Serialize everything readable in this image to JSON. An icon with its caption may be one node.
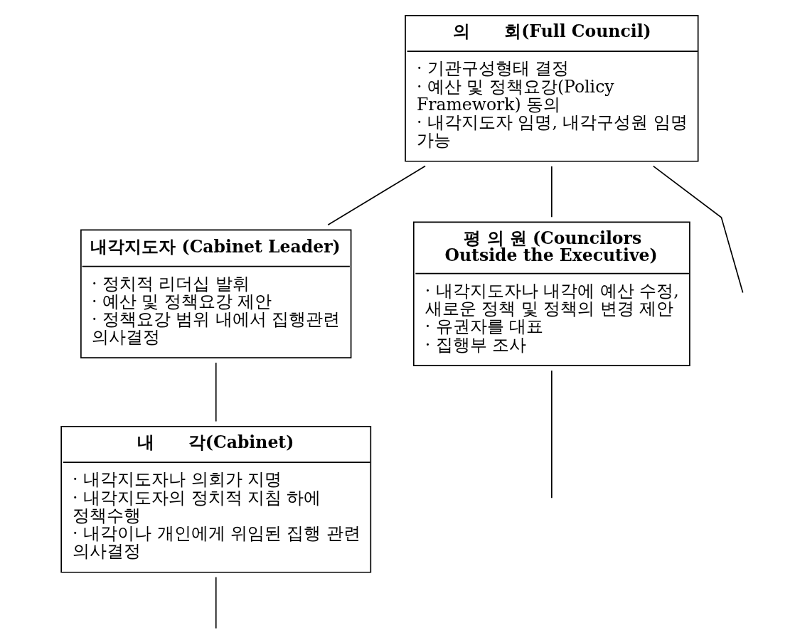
{
  "diagram": {
    "nodes": [
      {
        "text": [
          "의　　회(Full Council)",
          "· 기관구성형태 결정",
          "· 예산 및 정책요강(Policy Framework) 동의",
          "· 내각지도자 임명, 내각구성원 임명 가능"
        ]
      },
      {
        "text": [
          "내각지도자 (Cabinet Leader)",
          "· 정치적 리더십 발휘",
          "· 예산 및 정책요강 제안",
          "· 정책요강 범위 내에서 집행관련 의사결정"
        ]
      },
      {
        "text": [
          "평 의 원 (Councilors Outside the Executive)",
          "· 내각지도자나 내각에 예산 수정, 새로운 정책 및 정책의 변경 제안",
          "· 유권자를 대표",
          "· 집행부 조사"
        ]
      },
      {
        "text": [
          "내　　각(Cabinet)",
          "· 내각지도자나 의회가 지명",
          "· 내각지도자의 정치적 지침 하에 정책수행",
          "· 내각이나 개인에게 위임된 집행 관련 의사결정"
        ]
      }
    ],
    "edges": [
      {
        "from": 0,
        "to": 1,
        "arrow": "none"
      },
      {
        "from": 0,
        "to": 2,
        "arrow": "none"
      },
      {
        "from": 0,
        "to": null,
        "arrow": "none"
      },
      {
        "from": 1,
        "to": 3,
        "arrow": "none"
      },
      {
        "from": 3,
        "to": null,
        "arrow": "none"
      },
      {
        "from": 2,
        "to": null,
        "arrow": "none"
      }
    ]
  }
}
